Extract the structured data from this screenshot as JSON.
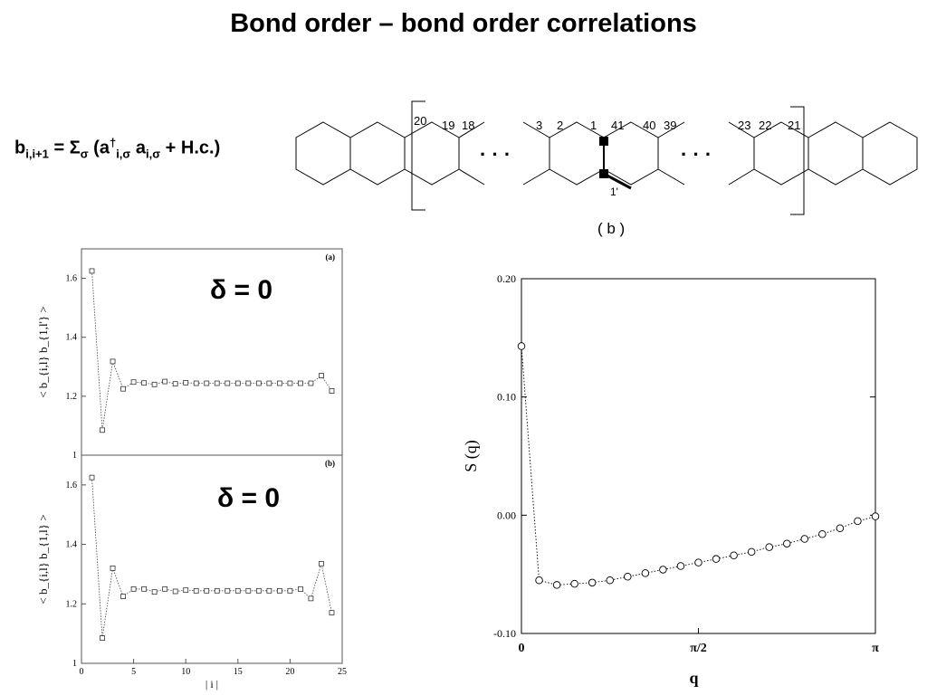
{
  "title": "Bond order – bond order correlations",
  "formula": {
    "lhs_b": "b",
    "lhs_sub": "i,i+1",
    "eq": " = ",
    "sigma": "Σ",
    "sigma_sub": "σ",
    "open": " (a",
    "dag": "†",
    "a1_sub": "i,σ",
    "a2": " a",
    "a2_sub": "i,σ",
    "rest": " + H.c.)"
  },
  "molecule": {
    "left_labels": [
      "20",
      "19",
      "18"
    ],
    "center_labels": [
      "3",
      "2",
      "1",
      "41",
      "40",
      "39"
    ],
    "right_labels": [
      "23",
      "22",
      "21"
    ],
    "prime_label": "1'",
    "dots_left": "· · ·",
    "dots_right": "· · ·",
    "caption": "( b )"
  },
  "chart_data": [
    {
      "type": "scatter",
      "panel": "(a)",
      "annotation": "δ = 0",
      "ylabel": "< b_{i,l} b_{1,l'} >",
      "ylim": [
        1.0,
        1.7
      ],
      "yticks": [
        1,
        1.2,
        1.4,
        1.6
      ],
      "xlim": [
        0,
        25
      ],
      "x": [
        1,
        2,
        3,
        4,
        5,
        6,
        7,
        8,
        9,
        10,
        11,
        12,
        13,
        14,
        15,
        16,
        17,
        18,
        19,
        20,
        21,
        22,
        23,
        24
      ],
      "y": [
        1.625,
        1.085,
        1.318,
        1.225,
        1.248,
        1.245,
        1.24,
        1.25,
        1.242,
        1.246,
        1.244,
        1.244,
        1.244,
        1.244,
        1.244,
        1.244,
        1.244,
        1.244,
        1.244,
        1.244,
        1.244,
        1.244,
        1.27,
        1.218
      ]
    },
    {
      "type": "scatter",
      "panel": "(b)",
      "annotation": "δ = 0",
      "ylabel": "< b_{i,l} b_{1,l} >",
      "xlabel": "| i |",
      "ylim": [
        1.0,
        1.7
      ],
      "yticks": [
        1,
        1.2,
        1.4,
        1.6
      ],
      "xlim": [
        0,
        25
      ],
      "xticks": [
        0,
        5,
        10,
        15,
        20,
        25
      ],
      "x": [
        1,
        2,
        3,
        4,
        5,
        6,
        7,
        8,
        9,
        10,
        11,
        12,
        13,
        14,
        15,
        16,
        17,
        18,
        19,
        20,
        21,
        22,
        23,
        24
      ],
      "y": [
        1.625,
        1.085,
        1.32,
        1.225,
        1.25,
        1.25,
        1.24,
        1.25,
        1.242,
        1.246,
        1.244,
        1.244,
        1.244,
        1.244,
        1.244,
        1.244,
        1.244,
        1.244,
        1.244,
        1.244,
        1.25,
        1.218,
        1.335,
        1.17
      ]
    },
    {
      "type": "line",
      "ylabel": "S (q)",
      "xlabel": "q",
      "ylim": [
        -0.1,
        0.2
      ],
      "yticks": [
        -0.1,
        0.0,
        0.1,
        0.2
      ],
      "ytick_labels": [
        "-0.10",
        "0.00",
        "0.10",
        "0.20"
      ],
      "xlim": [
        0,
        1.0
      ],
      "xticks": [
        0,
        0.5,
        1.0
      ],
      "xtick_labels": [
        "0",
        "π/2",
        "π"
      ],
      "x_unit": "π",
      "x": [
        0,
        0.05,
        0.1,
        0.15,
        0.2,
        0.25,
        0.3,
        0.35,
        0.4,
        0.45,
        0.5,
        0.55,
        0.6,
        0.65,
        0.7,
        0.75,
        0.8,
        0.85,
        0.9,
        0.95,
        1.0
      ],
      "y": [
        0.143,
        -0.055,
        -0.059,
        -0.058,
        -0.057,
        -0.055,
        -0.052,
        -0.049,
        -0.046,
        -0.043,
        -0.04,
        -0.037,
        -0.034,
        -0.031,
        -0.027,
        -0.024,
        -0.02,
        -0.016,
        -0.011,
        -0.005,
        -0.001
      ]
    }
  ]
}
